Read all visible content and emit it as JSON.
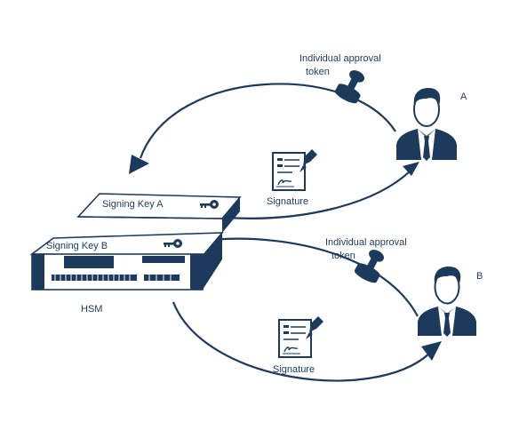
{
  "colors": {
    "primary": "#1b3a5c",
    "background": "#ffffff"
  },
  "hsm": {
    "label": "HSM",
    "key_a_label": "Signing Key A",
    "key_b_label": "Signing Key B",
    "key_icon": "key-icon"
  },
  "user_a": {
    "label": "A",
    "icon": "user-icon"
  },
  "user_b": {
    "label": "B",
    "icon": "user-icon"
  },
  "approval_a": {
    "line1": "Individual approval",
    "line2": "token",
    "icon": "stamp-icon"
  },
  "approval_b": {
    "line1": "Individual approval",
    "line2": "token",
    "icon": "stamp-icon"
  },
  "signature_a": {
    "label": "Signature",
    "icon": "signed-document-icon"
  },
  "signature_b": {
    "label": "Signature",
    "icon": "signed-document-icon"
  }
}
